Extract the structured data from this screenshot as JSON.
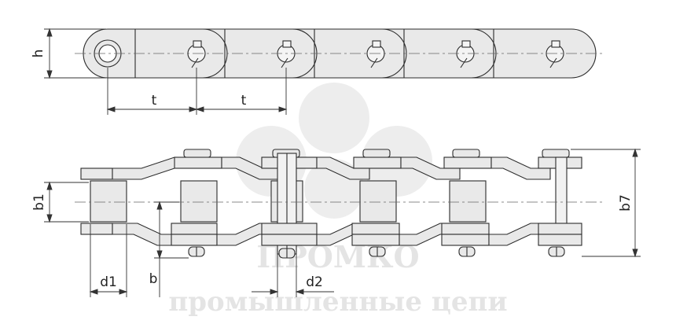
{
  "dimension_labels": {
    "h": "h",
    "t1": "t",
    "t2": "t",
    "b1": "b1",
    "b7": "b7",
    "d1": "d1",
    "b": "b",
    "d2": "d2"
  },
  "watermark": {
    "brand": "ПРОМКО",
    "tagline": "промышленные цепи"
  },
  "colors": {
    "line": "#2b2b2b",
    "fill": "#e9e9e9",
    "watermark": "#cfcfcf"
  }
}
